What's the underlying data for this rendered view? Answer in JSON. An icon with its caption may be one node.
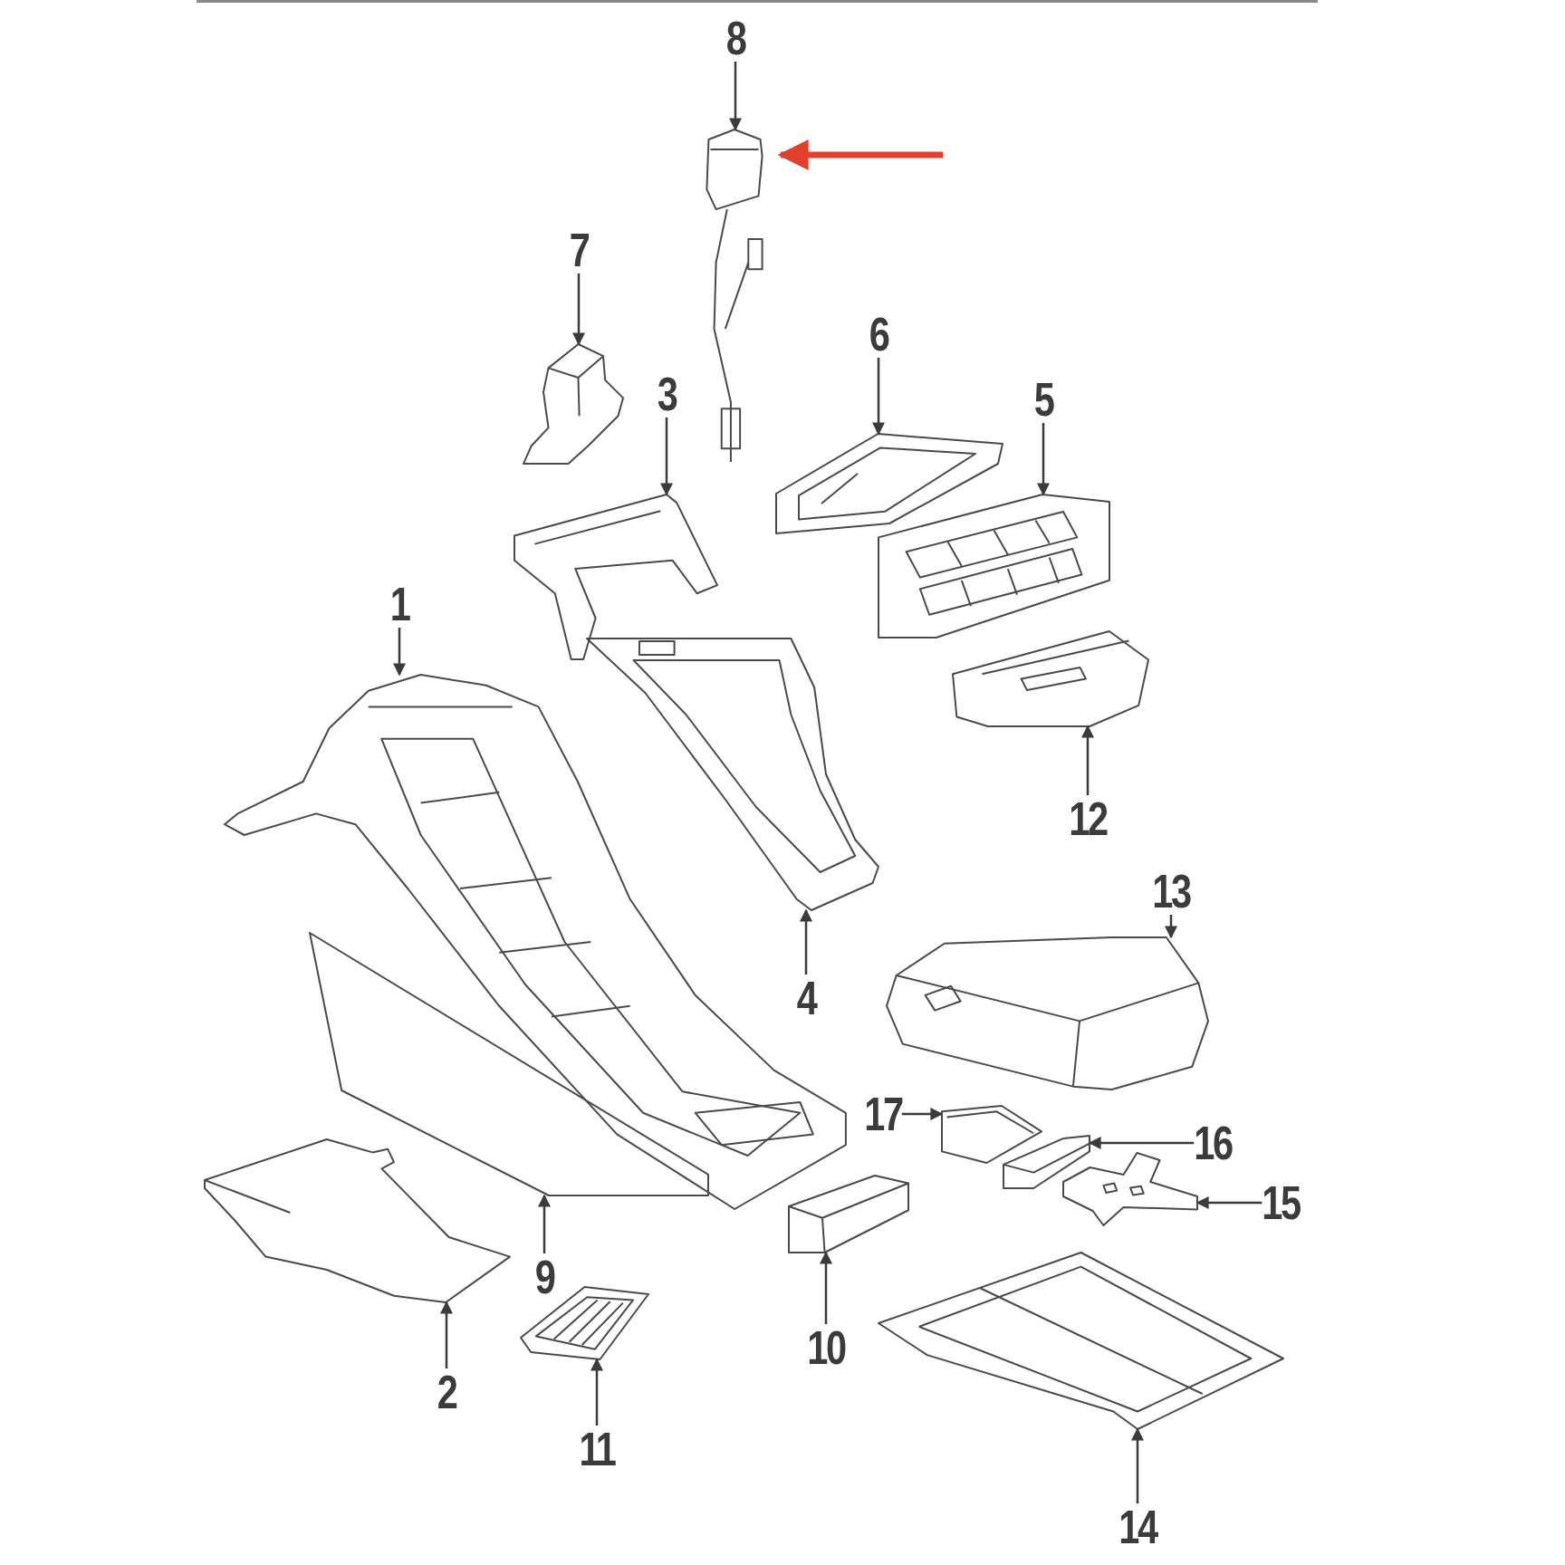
{
  "diagram": {
    "nodes": [
      {
        "text": [
          "1"
        ]
      },
      {
        "text": [
          "2"
        ]
      },
      {
        "text": [
          "3"
        ]
      },
      {
        "text": [
          "4"
        ]
      },
      {
        "text": [
          "5"
        ]
      },
      {
        "text": [
          "6"
        ]
      },
      {
        "text": [
          "7"
        ]
      },
      {
        "text": [
          "8"
        ]
      },
      {
        "text": [
          "9"
        ]
      },
      {
        "text": [
          "10"
        ]
      },
      {
        "text": [
          "11"
        ]
      },
      {
        "text": [
          "12"
        ]
      },
      {
        "text": [
          "13"
        ]
      },
      {
        "text": [
          "14"
        ]
      },
      {
        "text": [
          "15"
        ]
      },
      {
        "text": [
          "16"
        ]
      },
      {
        "text": [
          "17"
        ]
      },
      {
        "text": [],
        "shape": "picture"
      },
      {
        "text": [],
        "shape": "picture"
      },
      {
        "text": [],
        "shape": "picture"
      },
      {
        "text": [],
        "shape": "picture"
      },
      {
        "text": [],
        "shape": "picture"
      },
      {
        "text": [],
        "shape": "picture"
      },
      {
        "text": [],
        "shape": "picture"
      },
      {
        "text": [],
        "shape": "picture"
      },
      {
        "text": [],
        "shape": "picture"
      },
      {
        "text": [],
        "shape": "picture"
      },
      {
        "text": [],
        "shape": "picture"
      },
      {
        "text": [],
        "shape": "picture"
      },
      {
        "text": [],
        "shape": "picture"
      },
      {
        "text": [],
        "shape": "picture"
      },
      {
        "text": [],
        "shape": "picture"
      },
      {
        "text": [],
        "shape": "picture"
      },
      {
        "text": [],
        "shape": "picture"
      }
    ],
    "edges": [
      {
        "from": 0,
        "to": 17,
        "arrow": "to"
      },
      {
        "from": 1,
        "to": 18,
        "arrow": "to"
      },
      {
        "from": 2,
        "to": 19,
        "arrow": "to"
      },
      {
        "from": 3,
        "to": 20,
        "arrow": "to"
      },
      {
        "from": 4,
        "to": 21,
        "arrow": "to"
      },
      {
        "from": 5,
        "to": 22,
        "arrow": "to"
      },
      {
        "from": 6,
        "to": 23,
        "arrow": "to"
      },
      {
        "from": 7,
        "to": 24,
        "arrow": "to"
      },
      {
        "from": 8,
        "to": 25,
        "arrow": "to"
      },
      {
        "from": 9,
        "to": 26,
        "arrow": "to"
      },
      {
        "from": 10,
        "to": 27,
        "arrow": "to"
      },
      {
        "from": 11,
        "to": 28,
        "arrow": "to"
      },
      {
        "from": 12,
        "to": 29,
        "arrow": "to"
      },
      {
        "from": 13,
        "to": 30,
        "arrow": "to"
      },
      {
        "from": 14,
        "to": 31,
        "arrow": "to"
      },
      {
        "from": 15,
        "to": 32,
        "arrow": "to"
      },
      {
        "from": 16,
        "to": 33,
        "arrow": "to"
      },
      {
        "from": null,
        "to": 24,
        "arrow": "to",
        "style": "thick",
        "color": "#e3402c"
      }
    ]
  }
}
